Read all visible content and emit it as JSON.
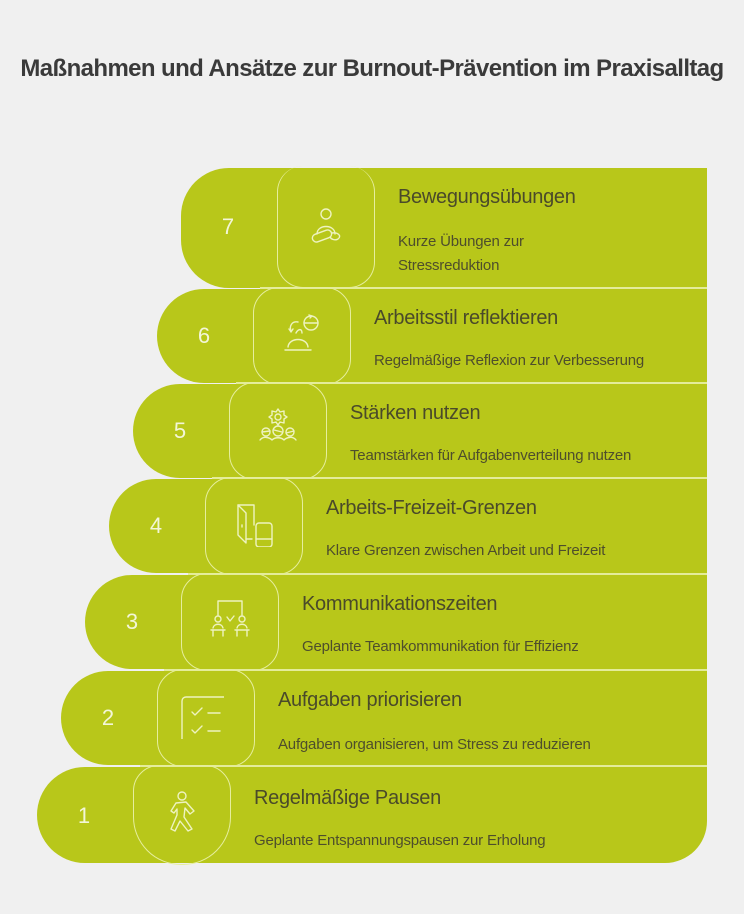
{
  "title": "Maßnahmen und Ansätze zur Burnout-Prävention im Praxisalltag",
  "colors": {
    "background": "#f0f0f0",
    "step_fill": "#b8c71a",
    "divider": "#e4ec9a",
    "text_dark": "#4a4a2a",
    "number_text": "#f3f6d8"
  },
  "steps": [
    {
      "number": "7",
      "heading": "Bewegungsübungen",
      "description_line1": "Kurze Übungen zur",
      "description_line2": "Stressreduktion",
      "icon": "meditation-person-icon"
    },
    {
      "number": "6",
      "heading": "Arbeitsstil reflektieren",
      "description_line1": "Regelmäßige Reflexion zur Verbesserung",
      "description_line2": "",
      "icon": "reflection-cycle-icon"
    },
    {
      "number": "5",
      "heading": "Stärken nutzen",
      "description_line1": "Teamstärken für Aufgabenverteilung nutzen",
      "description_line2": "",
      "icon": "team-gear-icon"
    },
    {
      "number": "4",
      "heading": "Arbeits-Freizeit-Grenzen",
      "description_line1": "Klare Grenzen zwischen Arbeit und Freizeit",
      "description_line2": "",
      "icon": "door-phone-icon"
    },
    {
      "number": "3",
      "heading": "Kommunikationszeiten",
      "description_line1": "Geplante Teamkommunikation für Effizienz",
      "description_line2": "",
      "icon": "meeting-people-icon"
    },
    {
      "number": "2",
      "heading": "Aufgaben priorisieren",
      "description_line1": "Aufgaben organisieren, um Stress zu reduzieren",
      "description_line2": "",
      "icon": "checklist-icon"
    },
    {
      "number": "1",
      "heading": "Regelmäßige Pausen",
      "description_line1": "Geplante Entspannungspausen zur Erholung",
      "description_line2": "",
      "icon": "walking-person-icon"
    }
  ]
}
